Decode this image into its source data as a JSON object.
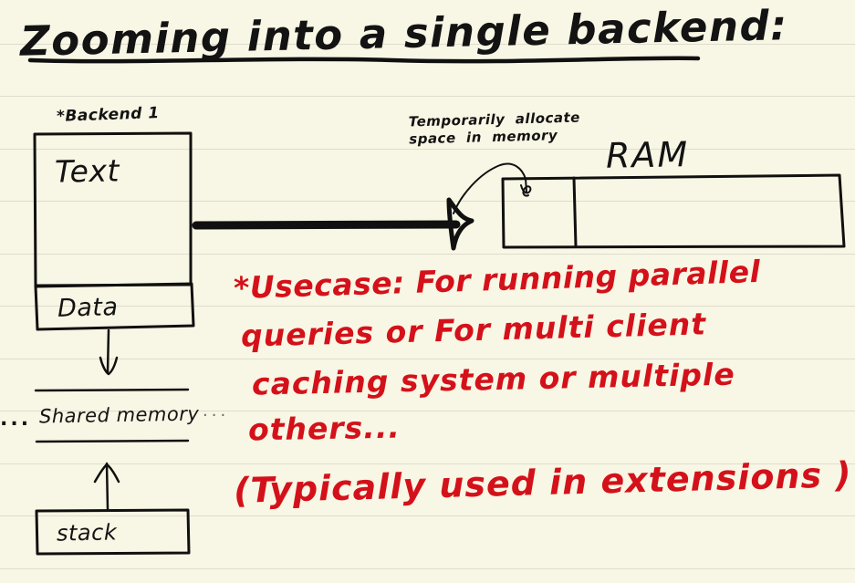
{
  "page": {
    "title": "Zooming into a single backend:",
    "background_color": "#f8f6e4",
    "rule_line_color": "#dedcce",
    "ink_color": "#111010",
    "accent_color": "#d4111a"
  },
  "diagram": {
    "backend_box": {
      "label": "*Backend 1",
      "text_segment": "Text",
      "data_segment": "Data"
    },
    "ram_box": {
      "label": "RAM"
    },
    "callout": {
      "line1": "Temporarily  allocate",
      "line2": "space  in  memory"
    },
    "shared_memory": {
      "label": "Shared memory",
      "dots_left": "...",
      "dots_right": "..."
    },
    "stack_box": {
      "label": "stack"
    }
  },
  "notes_red": {
    "line1": "*Usecase: For  running   parallel",
    "line2": "queries  or   For   multi client",
    "line3": "caching system  or    multiple",
    "line4": "others...",
    "line5": "(Typically  used  in   extensions )"
  },
  "rule_lines_y": [
    48,
    105,
    163,
    220,
    278,
    335,
    393,
    450,
    508,
    565,
    623
  ]
}
